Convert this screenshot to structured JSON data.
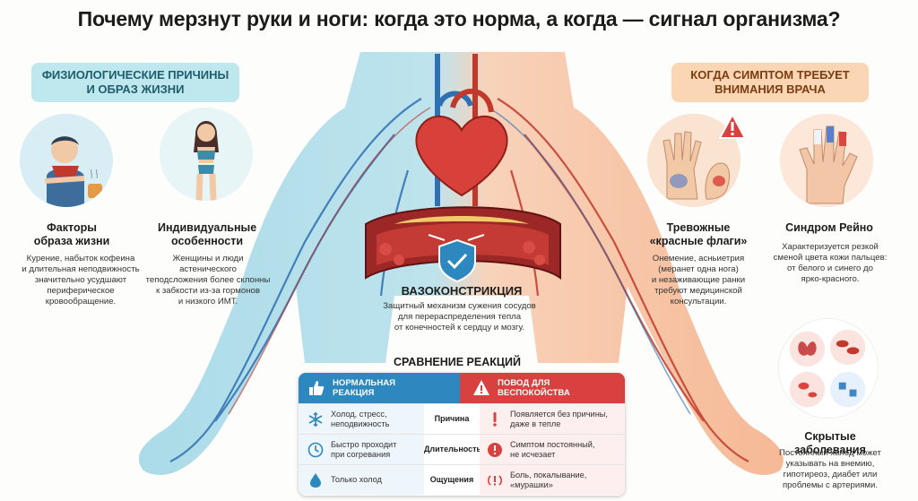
{
  "title": "Почему мерзнут руки и ноги: когда это норма, а когда — сигнал организма?",
  "left_banner": {
    "line1": "Физиологические причины",
    "line2": "и образ жизни"
  },
  "right_banner": {
    "line1": "Когда симптом требует",
    "line2": "внимания врача"
  },
  "lifestyle": {
    "title_line1": "Факторы",
    "title_line2": "образа жизни",
    "text": [
      "Курение, набыток кофеина",
      "и длительная неподвижность",
      "значительно усудшают",
      "периферическое",
      "кровообращение."
    ]
  },
  "individual": {
    "title_line1": "Индивидуальные",
    "title_line2": "особенности",
    "text": [
      "Женщины и люди",
      "астенического",
      "теподсложения более склонны",
      "к забкости из-за гормонов",
      "и низкого ИМТ."
    ]
  },
  "red_flags": {
    "title_line1": "Тревожные",
    "title_line2": "«красные флаги»",
    "text": [
      "Онемение, асньиетрия",
      "(меранет одна нога)",
      "и незаживающие ранки",
      "требуют медицинской",
      "консультации."
    ]
  },
  "raynaud": {
    "title": "Синдром Рейно",
    "text": [
      "Характеризуется резкой",
      "сменой цвета кожи пальцев:",
      "от белого и синего до",
      "ярко-красного."
    ]
  },
  "hidden": {
    "title": "Скрытые заболевания",
    "text": [
      "Постоянный холод может",
      "указывать на внемию,",
      "гипотиреоз, диабет или",
      "проблемы с артериями."
    ]
  },
  "vaso": {
    "title": "Вазоконстрикция",
    "text": [
      "Защитный механизм сужения сосудов",
      "для перераспределения тепла",
      "от конечностей к сердцу и мозгу."
    ]
  },
  "comparison": {
    "title": "Сравнение реакций",
    "normal_line1": "Нормальная",
    "normal_line2": "реакция",
    "alarm_line1": "Повод для",
    "alarm_line2": "веспокойства",
    "rows": [
      {
        "left_line1": "Холод, стресс,",
        "left_line2": "неподвижность",
        "middle": "Причина",
        "right_line1": "Появляется без причины,",
        "right_line2": "даже в тепле"
      },
      {
        "left_line1": "Быстро проходит",
        "left_line2": "при согревания",
        "middle": "Длительность",
        "right_line1": "Симптом постоянный,",
        "right_line2": "не исчезает"
      },
      {
        "left_line1": "Только холод",
        "left_line2": "",
        "middle": "Ощущения",
        "right_line1": "Боль, покалывание,",
        "right_line2": "«мурашки»"
      }
    ]
  },
  "colors": {
    "cool_blue": "#5fb4cf",
    "warm_orange": "#f3a273",
    "normal": "#2c88be",
    "alarm": "#d94140"
  },
  "icons": [
    "heart-icon",
    "shield-check-icon",
    "thumbs-up-icon",
    "warning-icon",
    "snowflake-icon",
    "clock-icon",
    "drop-icon",
    "exclamation-icon",
    "tingle-icon"
  ]
}
